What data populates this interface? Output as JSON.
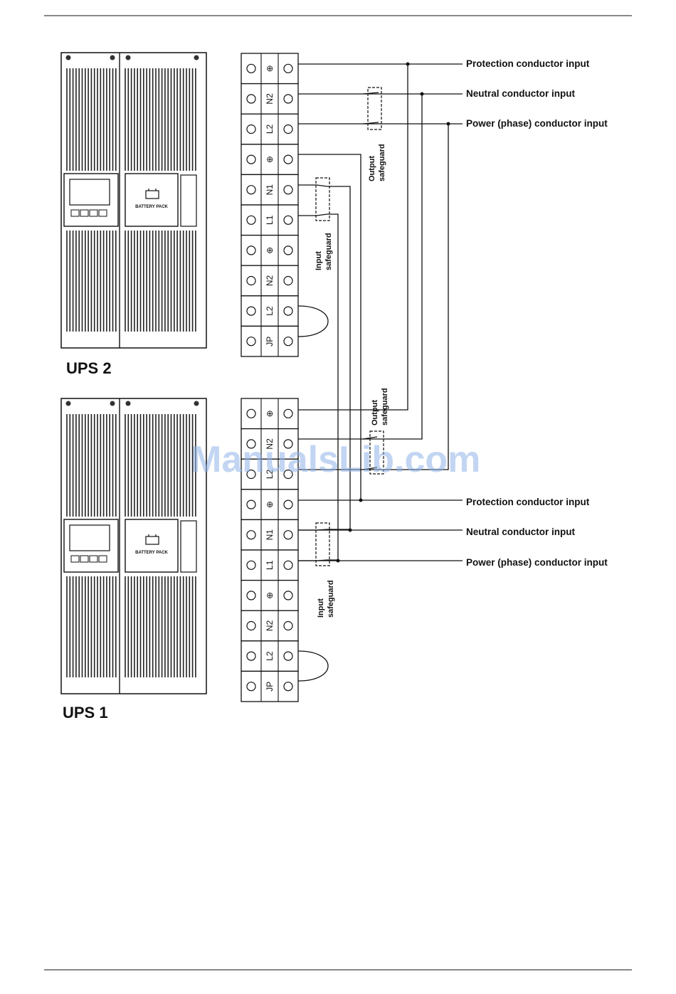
{
  "ups_labels": {
    "top": "UPS 2",
    "bottom": "UPS 1"
  },
  "battery_pack_label": "BATTERY PACK",
  "terminals": [
    {
      "symbol": "⊕"
    },
    {
      "symbol": "N2"
    },
    {
      "symbol": "L2"
    },
    {
      "symbol": "⊕"
    },
    {
      "symbol": "N1"
    },
    {
      "symbol": "L1"
    },
    {
      "symbol": "⊕"
    },
    {
      "symbol": "N2"
    },
    {
      "symbol": "L2"
    },
    {
      "symbol": "JP"
    }
  ],
  "input_labels": {
    "protection": "Protection conductor input",
    "neutral": "Neutral conductor input",
    "phase": "Power (phase) conductor input"
  },
  "safeguard_labels": {
    "output": [
      "Output",
      "safeguard"
    ],
    "input": [
      "Input",
      "safeguard"
    ]
  },
  "watermark": "ManualsLib.com",
  "colors": {
    "line": "#111111",
    "watermark": "#8fb3e8"
  }
}
